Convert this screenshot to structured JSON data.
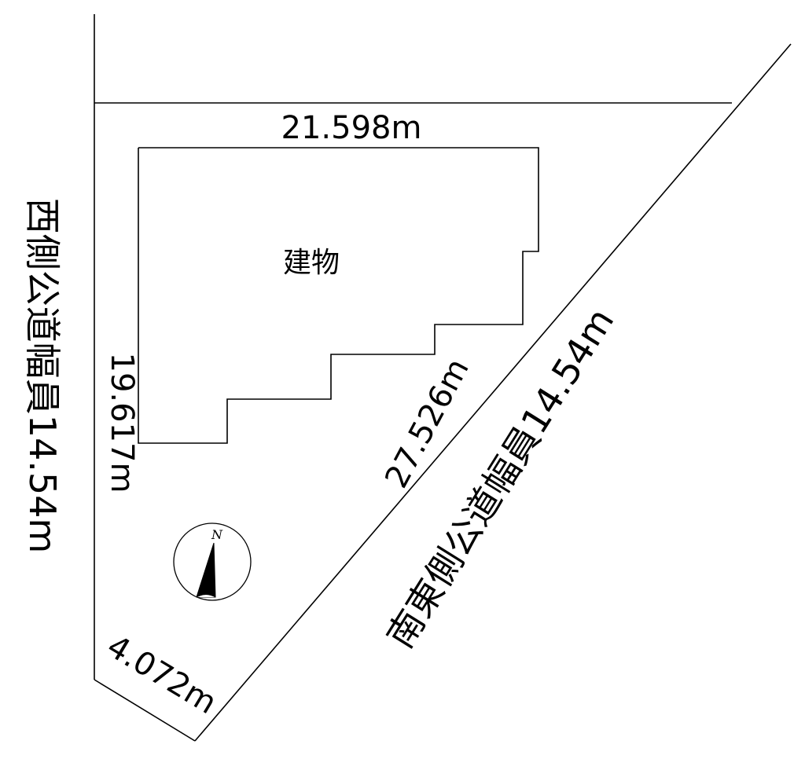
{
  "building_label": "建物",
  "dimensions": {
    "top": "21.598m",
    "left": "19.617m",
    "diagonal": "27.526m",
    "bottom": "4.072m"
  },
  "roads": {
    "west": "西側公道幅員14.54m",
    "southeast": "南東側公道幅員14.54m"
  },
  "compass": {
    "north_label": "N"
  }
}
